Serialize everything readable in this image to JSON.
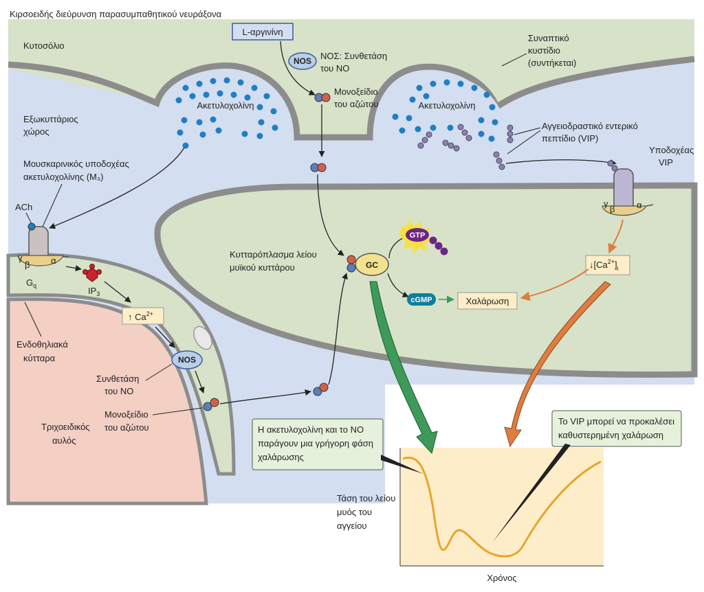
{
  "title": "Κιρσοειδής διεύρυνση παρασυμπαθητικού νευράξονα",
  "labels": {
    "cytosol": "Κυτοσόλιο",
    "l_arginine": "L-αργινίνη",
    "nos_top": "NOS",
    "nos_synthase_1": "ΝΟΣ: Συνθετάση",
    "nos_synthase_2": "του ΝΟ",
    "synaptic_vesicle_1": "Συναπτικό",
    "synaptic_vesicle_2": "κυστίδιο",
    "synaptic_vesicle_3": "(συντήκεται)",
    "acetylcholine_left": "Ακετυλοχολίνη",
    "acetylcholine_right": "Ακετυλοχολίνη",
    "no_top_1": "Μονοξείδιο",
    "no_top_2": "του αζώτου",
    "extracellular_1": "Εξωκυττάριος",
    "extracellular_2": "χώρος",
    "vip_1": "Αγγειοδραστικό εντερικό",
    "vip_2": "πεπτίδιο (VIP)",
    "vip_receptor_1": "Υποδοχέας",
    "vip_receptor_2": "VIP",
    "muscarinic_1": "Μουσκαρινικός υποδοχέας",
    "muscarinic_2": "ακετυλοχολίνης (M₃)",
    "ach": "ACh",
    "gq": "G",
    "gq_sub": "q",
    "ip3": "IP",
    "ip3_sub": "3",
    "ca_up": "↑ Ca",
    "ca_sup": "2+",
    "nos_endo": "NOS",
    "synthase_endo_1": "Συνθετάση",
    "synthase_endo_2": "του ΝΟ",
    "no_endo_1": "Μονοξείδιο",
    "no_endo_2": "του αζώτου",
    "endothelial_1": "Ενδοθηλιακά",
    "endothelial_2": "κύτταρα",
    "capillary_1": "Τριχοειδικός",
    "capillary_2": "αυλός",
    "smooth_muscle_1": "Κυτταρόπλασμα λείου",
    "smooth_muscle_2": "μυϊκού κυττάρου",
    "gc": "GC",
    "gtp": "GTP",
    "cgmp": "cGMP",
    "relaxation": "Χαλάρωση",
    "ca_down": "↓[Ca",
    "ca_down_sup": "2+",
    "ca_down_end": "]",
    "ca_down_sub": "i",
    "alpha": "α",
    "beta": "β",
    "gamma": "γ",
    "fast_phase_1": "Η ακετυλοχολίνη και το ΝΟ",
    "fast_phase_2": "παράγουν μια γρήγορη φάση",
    "fast_phase_3": "χαλάρωσης",
    "vip_delayed_1": "Το VIP μπορεί να προκαλέσει",
    "vip_delayed_2": "καθυστερημένη χαλάρωση",
    "tension_1": "Τάση του λείου",
    "tension_2": "μυός του",
    "tension_3": "αγγείου",
    "time": "Χρόνος"
  },
  "colors": {
    "background_blue": "#d3def0",
    "cytosol_green": "#d7e2c9",
    "membrane_gray": "#8c8c8c",
    "capillary_pink": "#f3cfc4",
    "acetylcholine_dot": "#1f7fc5",
    "arrow_green": "#3e9a58",
    "arrow_orange": "#e07c3f",
    "graph_fill": "#fdedc9",
    "curve": "#e7a52a",
    "label_box": "#fdeec8"
  }
}
